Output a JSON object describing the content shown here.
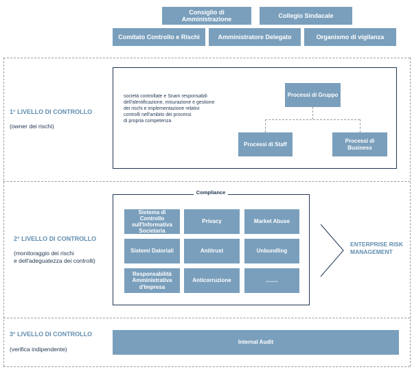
{
  "governance": {
    "row1": [
      "Consiglio di Amministrazione",
      "Collegio Sindacale"
    ],
    "row2": [
      "Comitato Controllo e Rischi",
      "Amministratore Delegato",
      "Organismo di vigilanza"
    ]
  },
  "level1": {
    "title": "1° LIVELLO DI CONTROLLO",
    "subtitle": "(owner dei rischi)",
    "description": "società controllate e Snam responsabili\ndell'identificazione, misurazione e gestione\ndei rischi e implementazione relativi\ncontrolli nell'ambito dei processi\ndi propria competenza",
    "process_top": "Processi di Gruppo",
    "process_left": "Processi di Staff",
    "process_right": "Processi di Business"
  },
  "level2": {
    "title": "2° LIVELLO DI CONTROLLO",
    "subtitle": "(monitoraggio dei rischi\ne dell'adeguatezza dei controlli)",
    "compliance_label": "Compliance",
    "grid": [
      [
        "Sistema di Controllo\nsull'Informativa\nSocietaria",
        "Privacy",
        "Market Abuse"
      ],
      [
        "Sistemi Datoriali",
        "Antitrust",
        "Unbundling"
      ],
      [
        "Responsabilità\nAmministrativa\nd'Impresa",
        "Anticorruzione",
        "........"
      ]
    ],
    "erm_label": "ENTERPRISE RISK\nMANAGEMENT"
  },
  "level3": {
    "title": "3° LIVELLO DI CONTROLLO",
    "subtitle": "(verifica indipendente)",
    "bar_label": "Internal Audit"
  },
  "colors": {
    "box_fill": "#7a9fbc",
    "frame": "#1f3550",
    "accent_text": "#5f8db0",
    "dashed": "#9a9a9a"
  }
}
